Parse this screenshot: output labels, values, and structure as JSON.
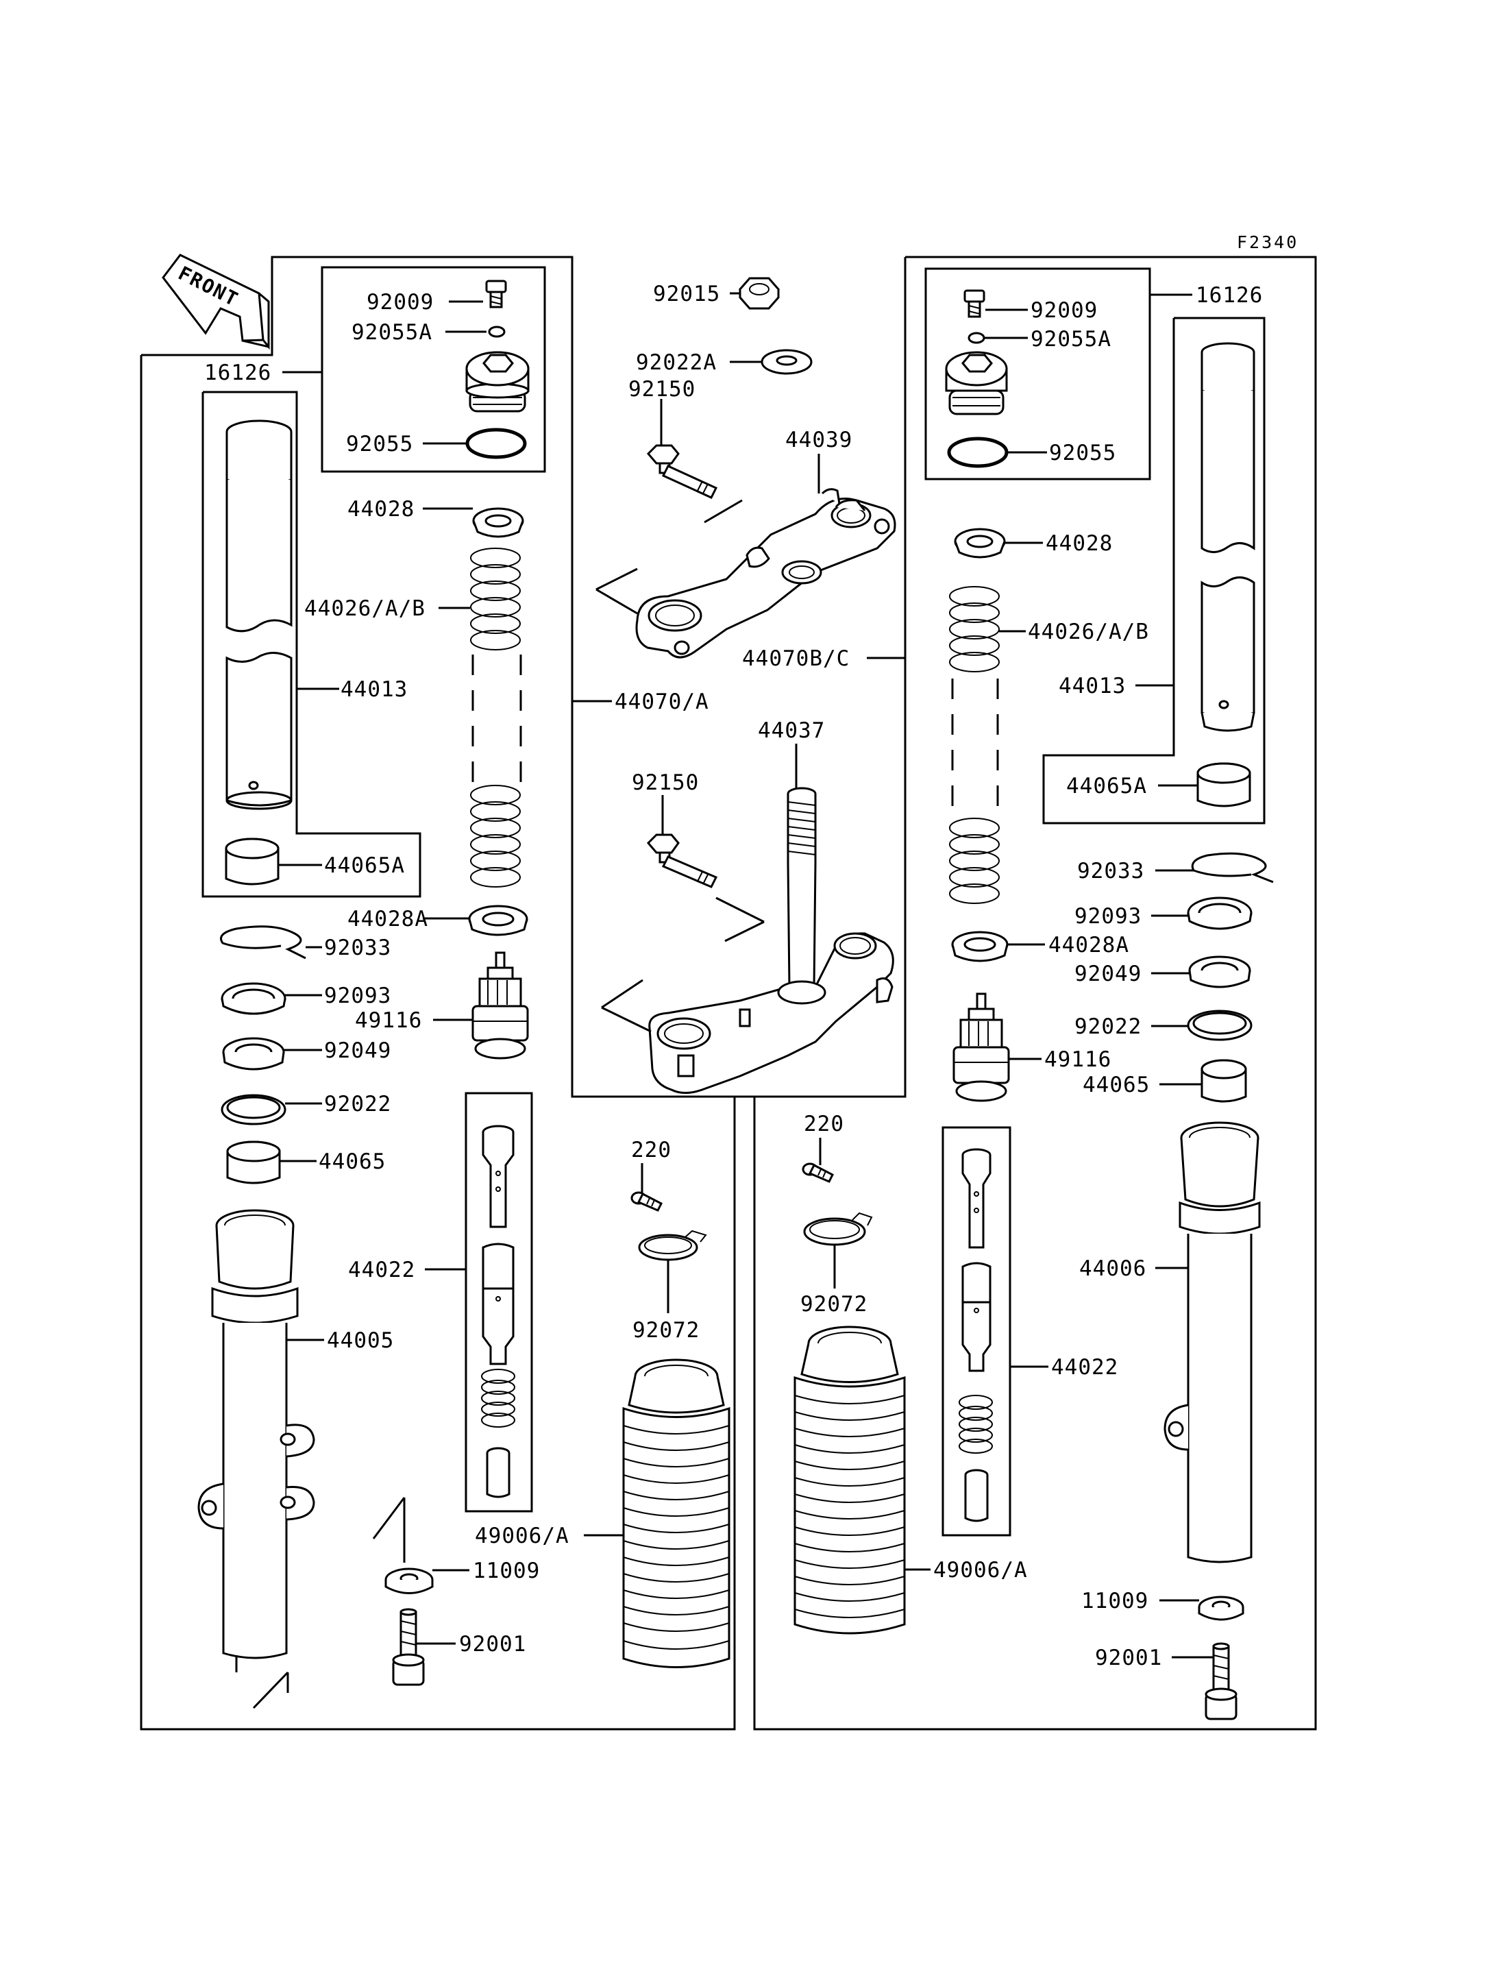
{
  "figure_code": "F2340",
  "front_arrow_label": "FRONT",
  "labels": {
    "l_92009": "92009",
    "l_92055A": "92055A",
    "l_16126": "16126",
    "l_92055": "92055",
    "l_44028": "44028",
    "l_44026": "44026/A/B",
    "l_44013": "44013",
    "l_44065A": "44065A",
    "l_44028A": "44028A",
    "l_92033": "92033",
    "l_92093": "92093",
    "l_49116": "49116",
    "l_92049": "92049",
    "l_92022": "92022",
    "l_44065": "44065",
    "l_44022": "44022",
    "l_44005": "44005",
    "l_49006": "49006/A",
    "l_11009": "11009",
    "l_92001": "92001",
    "l_44070A": "44070/A",
    "c_92015": "92015",
    "c_92022A": "92022A",
    "c_92150a": "92150",
    "c_44039": "44039",
    "c_44070BC": "44070B/C",
    "c_44037": "44037",
    "c_92150b": "92150",
    "c_220a": "220",
    "c_92072a": "92072",
    "c_220b": "220",
    "c_92072b": "92072",
    "r_92009": "92009",
    "r_92055A": "92055A",
    "r_16126": "16126",
    "r_92055": "92055",
    "r_44028": "44028",
    "r_44026": "44026/A/B",
    "r_44013": "44013",
    "r_44065A": "44065A",
    "r_92033": "92033",
    "r_92093": "92093",
    "r_44028A": "44028A",
    "r_92049": "92049",
    "r_92022": "92022",
    "r_49116": "49116",
    "r_44065": "44065",
    "r_44006": "44006",
    "r_44022": "44022",
    "r_49006": "49006/A",
    "r_11009": "11009",
    "r_92001": "92001"
  }
}
